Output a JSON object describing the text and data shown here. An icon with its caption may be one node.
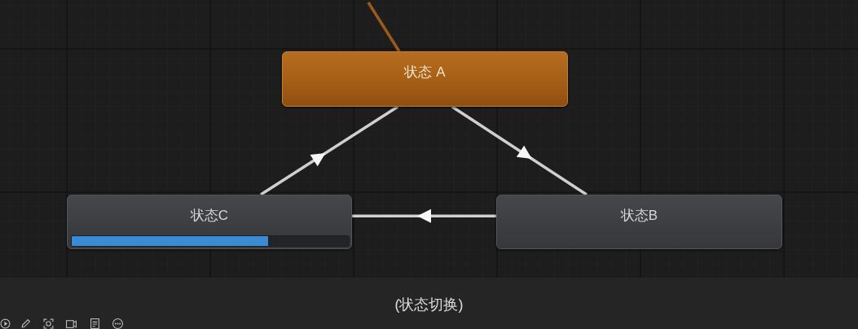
{
  "diagram": {
    "caption": "(状态切换)",
    "nodes": [
      {
        "text": [
          "状态 A"
        ]
      },
      {
        "text": [
          "状态C"
        ]
      },
      {
        "text": [
          "状态B"
        ]
      }
    ],
    "edges": [
      {
        "from": 0,
        "to": 2,
        "arrow": "to"
      },
      {
        "from": 2,
        "to": 1,
        "arrow": "to"
      },
      {
        "from": 1,
        "to": 0,
        "arrow": "to"
      },
      {
        "from": null,
        "to": 0,
        "arrow": "none",
        "color": "#9a5a1e"
      }
    ]
  }
}
